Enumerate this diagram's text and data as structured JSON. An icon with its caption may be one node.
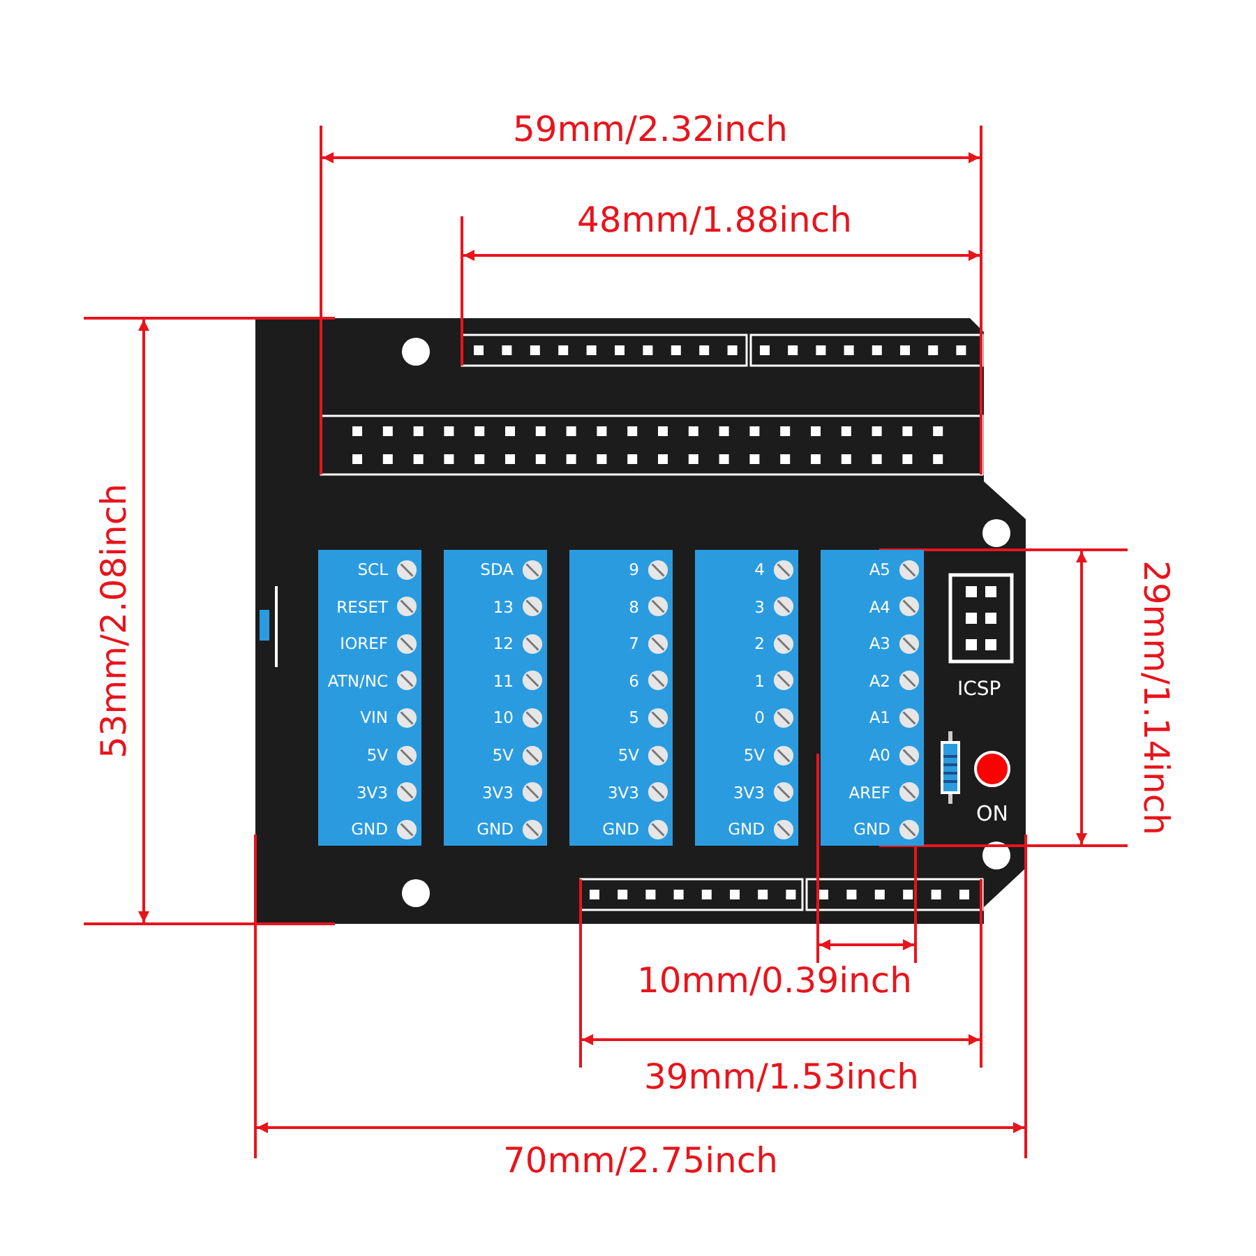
{
  "diagram": {
    "nodes": [
      {
        "text": [
          "SCL",
          "RESET",
          "IOREF",
          "ATN/NC",
          "VIN",
          "5V",
          "3V3",
          "GND"
        ]
      },
      {
        "text": [
          "SDA",
          "13",
          "12",
          "11",
          "10",
          "5V",
          "3V3",
          "GND"
        ]
      },
      {
        "text": [
          "9",
          "8",
          "7",
          "6",
          "5",
          "5V",
          "3V3",
          "GND"
        ]
      },
      {
        "text": [
          "4",
          "3",
          "2",
          "1",
          "0",
          "5V",
          "3V3",
          "GND"
        ]
      },
      {
        "text": [
          "A5",
          "A4",
          "A3",
          "A2",
          "A1",
          "A0",
          "AREF",
          "GND"
        ]
      },
      {
        "text": [
          "ICSP"
        ]
      }
    ],
    "edges": [],
    "labels": [
      "59mm/2.32inch",
      "48mm/1.88inch",
      "53mm/2.08inch",
      "29mm/1.14inch",
      "ON",
      "10mm/0.39inch",
      "39mm/1.53inch",
      "70mm/2.75inch"
    ]
  }
}
